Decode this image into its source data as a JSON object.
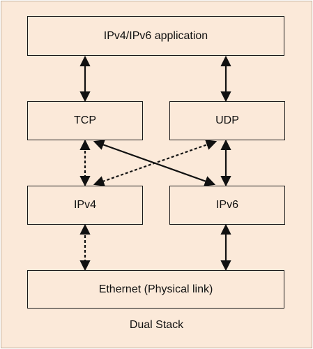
{
  "diagram": {
    "boxes": {
      "app": "IPv4/IPv6 application",
      "tcp": "TCP",
      "udp": "UDP",
      "ipv4": "IPv4",
      "ipv6": "IPv6",
      "ethernet": "Ethernet (Physical link)"
    },
    "caption": "Dual Stack",
    "colors": {
      "background": "#fbe9d9",
      "border": "#1a1a1a",
      "text": "#111111"
    }
  }
}
